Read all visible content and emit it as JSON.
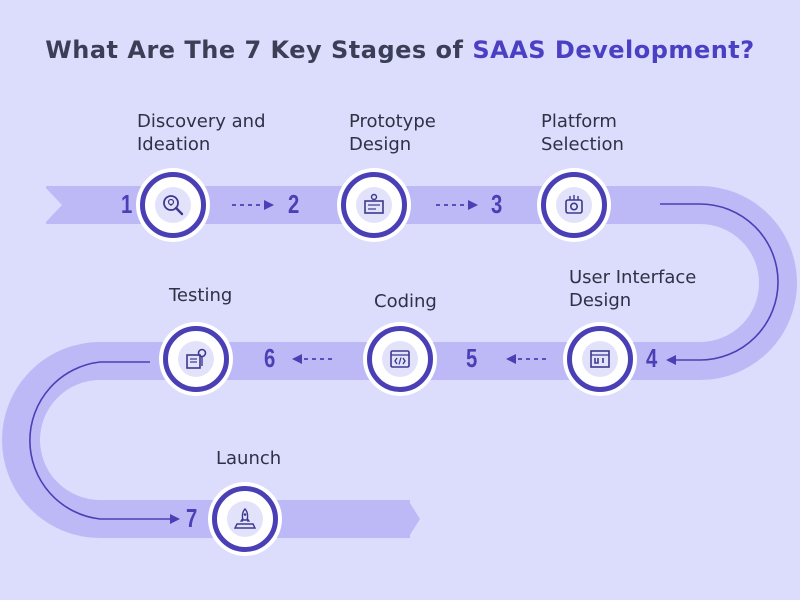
{
  "title": {
    "prefix": "What Are The 7 Key Stages of ",
    "accent": "SAAS Development?"
  },
  "colors": {
    "background": "#dcdcfc",
    "path": "#bcb9f6",
    "accent": "#4a3fb5",
    "title_text": "#3b3f56"
  },
  "stages": [
    {
      "number": "1",
      "label": "Discovery and\nIdeation",
      "icon": "search-bulb-icon"
    },
    {
      "number": "2",
      "label": "Prototype\nDesign",
      "icon": "blueprint-icon"
    },
    {
      "number": "3",
      "label": "Platform\nSelection",
      "icon": "cloud-gear-icon"
    },
    {
      "number": "4",
      "label": "User Interface\nDesign",
      "icon": "ui-screen-icon"
    },
    {
      "number": "5",
      "label": "Coding",
      "icon": "code-window-icon"
    },
    {
      "number": "6",
      "label": "Testing",
      "icon": "testing-device-icon"
    },
    {
      "number": "7",
      "label": "Launch",
      "icon": "rocket-laptop-icon"
    }
  ]
}
